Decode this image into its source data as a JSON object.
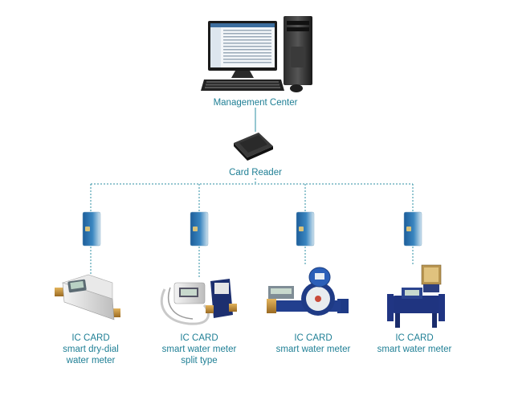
{
  "nodes": {
    "management_center": "Management Center",
    "card_reader": "Card Reader"
  },
  "meters": [
    {
      "line1": "IC CARD",
      "line2": "smart dry-dial",
      "line3": "water meter"
    },
    {
      "line1": "IC CARD",
      "line2": "smart water meter",
      "line3": "split type"
    },
    {
      "line1": "IC CARD",
      "line2": "smart water meter",
      "line3": ""
    },
    {
      "line1": "IC CARD",
      "line2": "smart water meter",
      "line3": ""
    }
  ],
  "colors": {
    "label_text": "#1f7f95",
    "connector": "#2c8fa3",
    "meter_body_blue": "#233f8a",
    "card_blue": "#2f6ea8"
  }
}
